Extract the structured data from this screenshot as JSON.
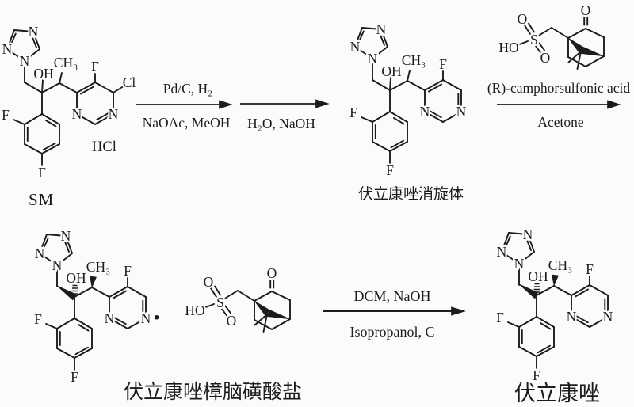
{
  "scheme": {
    "ink": "#1c1c1b",
    "background": "#fbfbfb"
  },
  "labels": {
    "sm": "SM",
    "sm_salt": "HCl",
    "racemate": "伏立康唑消旋体",
    "camphor_salt": "伏立康唑樟脑磺酸盐",
    "product": "伏立康唑",
    "salt_dot": "·"
  },
  "reagents": {
    "step1_above": "Pd/C, H₂",
    "step1_below": "NaOAc, MeOH",
    "step2_below": "H₂O, NaOH",
    "step3_above": "(R)-camphorsulfonic acid",
    "step3_below": "Acetone",
    "step4_above": "DCM, NaOH",
    "step4_below": "Isopropanol, C"
  },
  "atoms": {
    "N": "N",
    "F": "F",
    "Cl": "Cl",
    "O": "O",
    "S": "S",
    "OH": "OH",
    "HO": "HO",
    "CH3": "CH₃"
  }
}
